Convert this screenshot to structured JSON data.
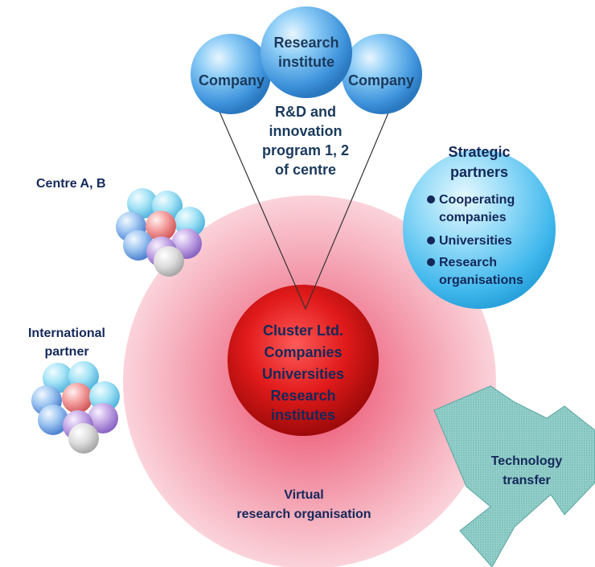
{
  "top_cluster": {
    "left_bubble": "Company",
    "center_bubble_line1": "Research",
    "center_bubble_line2": "institute",
    "right_bubble": "Company",
    "program_line1": "R&D and",
    "program_line2": "innovation",
    "program_line3": "program 1, 2",
    "program_line4": "of centre"
  },
  "strategic_partners": {
    "title_line1": "Strategic",
    "title_line2": "partners",
    "items": [
      "Cooperating",
      "companies",
      "Universities",
      "Research",
      "organisations"
    ]
  },
  "centre_label": "Centre A, B",
  "international_label_line1": "International",
  "international_label_line2": "partner",
  "core": {
    "line1": "Cluster Ltd.",
    "line2": "Companies",
    "line3": "Universities",
    "line4": "Research",
    "line5": "institutes"
  },
  "virtual_org_line1": "Virtual",
  "virtual_org_line2": "research organisation",
  "tech_transfer_line1": "Technology",
  "tech_transfer_line2": "transfer",
  "colors": {
    "outer_circle": "#f4a8b4",
    "core": "#e01818",
    "bubble_blue": "#5aa8e8",
    "partners_blue": "#4cc2f0",
    "arrow_teal": "#7fc4c0"
  }
}
